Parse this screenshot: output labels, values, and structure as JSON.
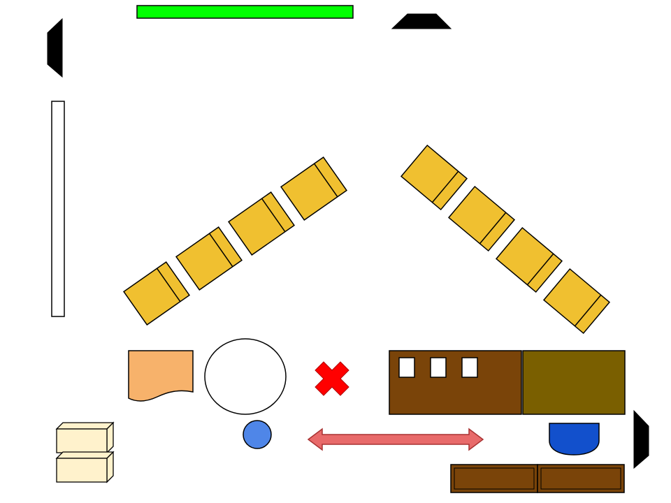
{
  "colors": {
    "background": "#ffffff",
    "outline": "#000000",
    "whiteboard": "#00ff00",
    "speaker": "#000000",
    "chair": "#f0c030",
    "document": "#f7b26b",
    "round_table": "#ffffff",
    "marker": "#ff0000",
    "small_circle": "#4f86e8",
    "arrow": "#e86a6a",
    "arrow_outline": "#a83232",
    "cabinet": "#7a4409",
    "cabinet_window": "#ffffff",
    "counter": "#7a5f00",
    "bin": "#1250cc",
    "bench": "#7a4409",
    "box": "#fff2cc"
  },
  "elements": {
    "speakers": [
      {
        "icon": "speaker-icon"
      },
      {
        "icon": "speaker-icon"
      },
      {
        "icon": "speaker-icon"
      }
    ],
    "chair_rows": [
      {
        "count": 4
      },
      {
        "count": 4
      }
    ],
    "marker_icon": "x-mark-icon",
    "cabinet_windows": 3,
    "bench_segments": 2,
    "stacked_boxes": 2
  }
}
